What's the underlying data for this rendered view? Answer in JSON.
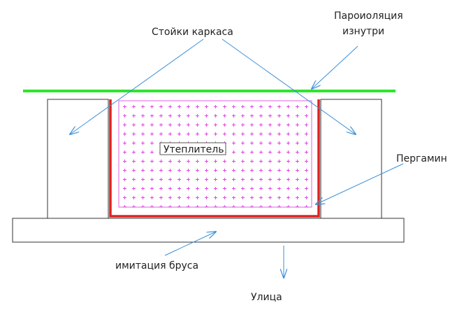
{
  "labels": {
    "frame_posts": "Стойки каркаса",
    "vapor_barrier_line1": "Пароиоляция",
    "vapor_barrier_line2": "изнутри",
    "insulation": "Утеплитель",
    "pergamin": "Пергамин",
    "timber_imitation": "имитация бруса",
    "street": "Улица"
  },
  "colors": {
    "vapor_barrier": "#2ee52e",
    "pergamin": "#e02020",
    "insulation_hatch": "#e040e0",
    "leader": "#3a8fd8",
    "outline": "#333333"
  }
}
